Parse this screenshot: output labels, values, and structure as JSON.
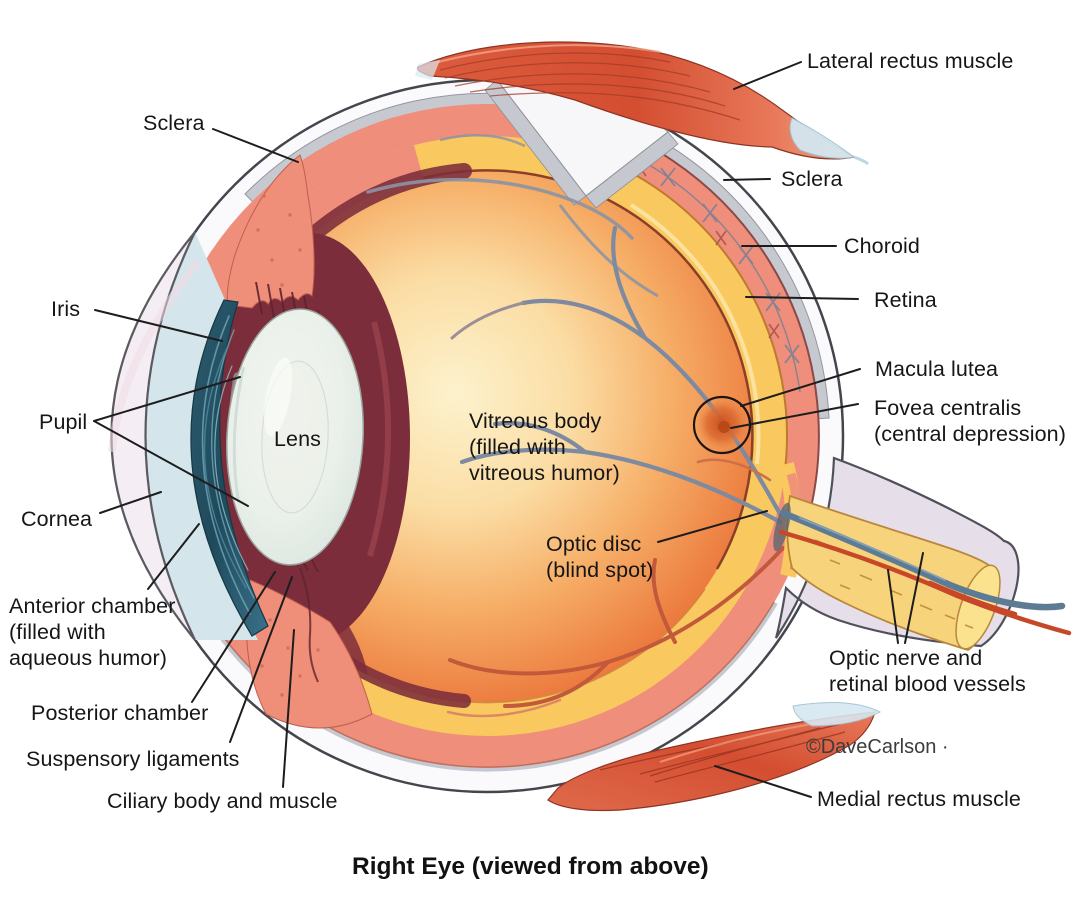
{
  "figure": {
    "caption": "Right Eye (viewed from above)",
    "credit": "©DaveCarlson ·"
  },
  "labels": {
    "sclera_top": "Sclera",
    "lateral_rectus": "Lateral rectus muscle",
    "sclera_right": "Sclera",
    "choroid": "Choroid",
    "retina": "Retina",
    "macula_lutea": "Macula lutea",
    "fovea_centralis": "Fovea centralis\n(central depression)",
    "iris": "Iris",
    "pupil": "Pupil",
    "lens": "Lens",
    "vitreous_body": "Vitreous body\n(filled with\nvitreous humor)",
    "optic_disc": "Optic disc\n(blind spot)",
    "cornea": "Cornea",
    "anterior_chamber": "Anterior chamber\n(filled with\naqueous humor)",
    "posterior_chamber": "Posterior chamber",
    "suspensory_ligaments": "Suspensory ligaments",
    "ciliary_body": "Ciliary body and muscle",
    "optic_nerve": "Optic nerve and\nretinal blood vessels",
    "medial_rectus": "Medial rectus muscle"
  },
  "colors": {
    "sclera_white": "#fafafc",
    "sclera_gray_band": "#c7c9d1",
    "choroid_salmon": "#ee8e7b",
    "retina_yellow": "#f9c85f",
    "vitreous_orange": "#e4612f",
    "vitreous_cream": "#fdf2cd",
    "maroon_rim": "#7c2d3b",
    "iris_teal": "#2b5868",
    "anterior_chamber_blue": "#d5e5ec",
    "lens_pearl": "#eef1ec",
    "muscle_red": "#d5523a",
    "tendon_blue": "#d3e6f0",
    "nerve_sheath": "#e6dfea",
    "nerve_yellow": "#f7d37b",
    "vessel_blue": "#5d7b94",
    "vessel_red": "#c74829",
    "label_text": "#161616"
  }
}
